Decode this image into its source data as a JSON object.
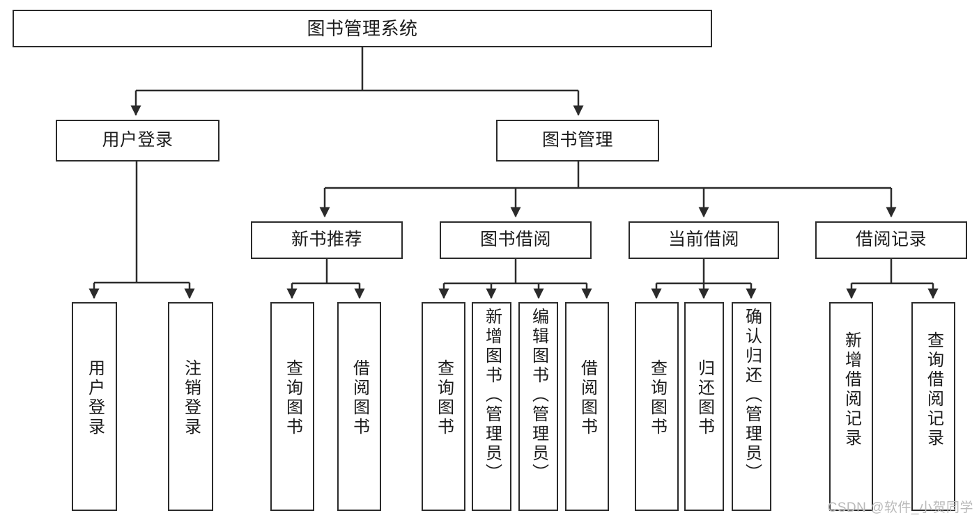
{
  "diagram": {
    "title": "图书管理系统",
    "style": {
      "border_color": "#2b2b2b",
      "fill_color": "#ffffff",
      "text_color": "#1b1b1b",
      "background": "#ffffff",
      "watermark_color": "#b9b9b9"
    },
    "root": {
      "label": "图书管理系统"
    },
    "level2": [
      {
        "label": "用户登录"
      },
      {
        "label": "图书管理"
      }
    ],
    "level3": [
      {
        "label": "新书推荐"
      },
      {
        "label": "图书借阅"
      },
      {
        "label": "当前借阅"
      },
      {
        "label": "借阅记录"
      }
    ],
    "leaves": {
      "user_login": [
        {
          "label": "用户登录"
        },
        {
          "label": "注销登录"
        }
      ],
      "new_book_recommend": [
        {
          "label": "查询图书"
        },
        {
          "label": "借阅图书"
        }
      ],
      "book_borrow": [
        {
          "label": "查询图书"
        },
        {
          "label": "新增图书（管理员）"
        },
        {
          "label": "编辑图书（管理员）"
        },
        {
          "label": "借阅图书"
        }
      ],
      "current_borrow": [
        {
          "label": "查询图书"
        },
        {
          "label": "归还图书"
        },
        {
          "label": "确认归还（管理员）"
        }
      ],
      "borrow_record": [
        {
          "label": "新增借阅记录"
        },
        {
          "label": "查询借阅记录"
        }
      ]
    }
  },
  "watermark": {
    "text": "CSDN @软件_小贺同学"
  }
}
